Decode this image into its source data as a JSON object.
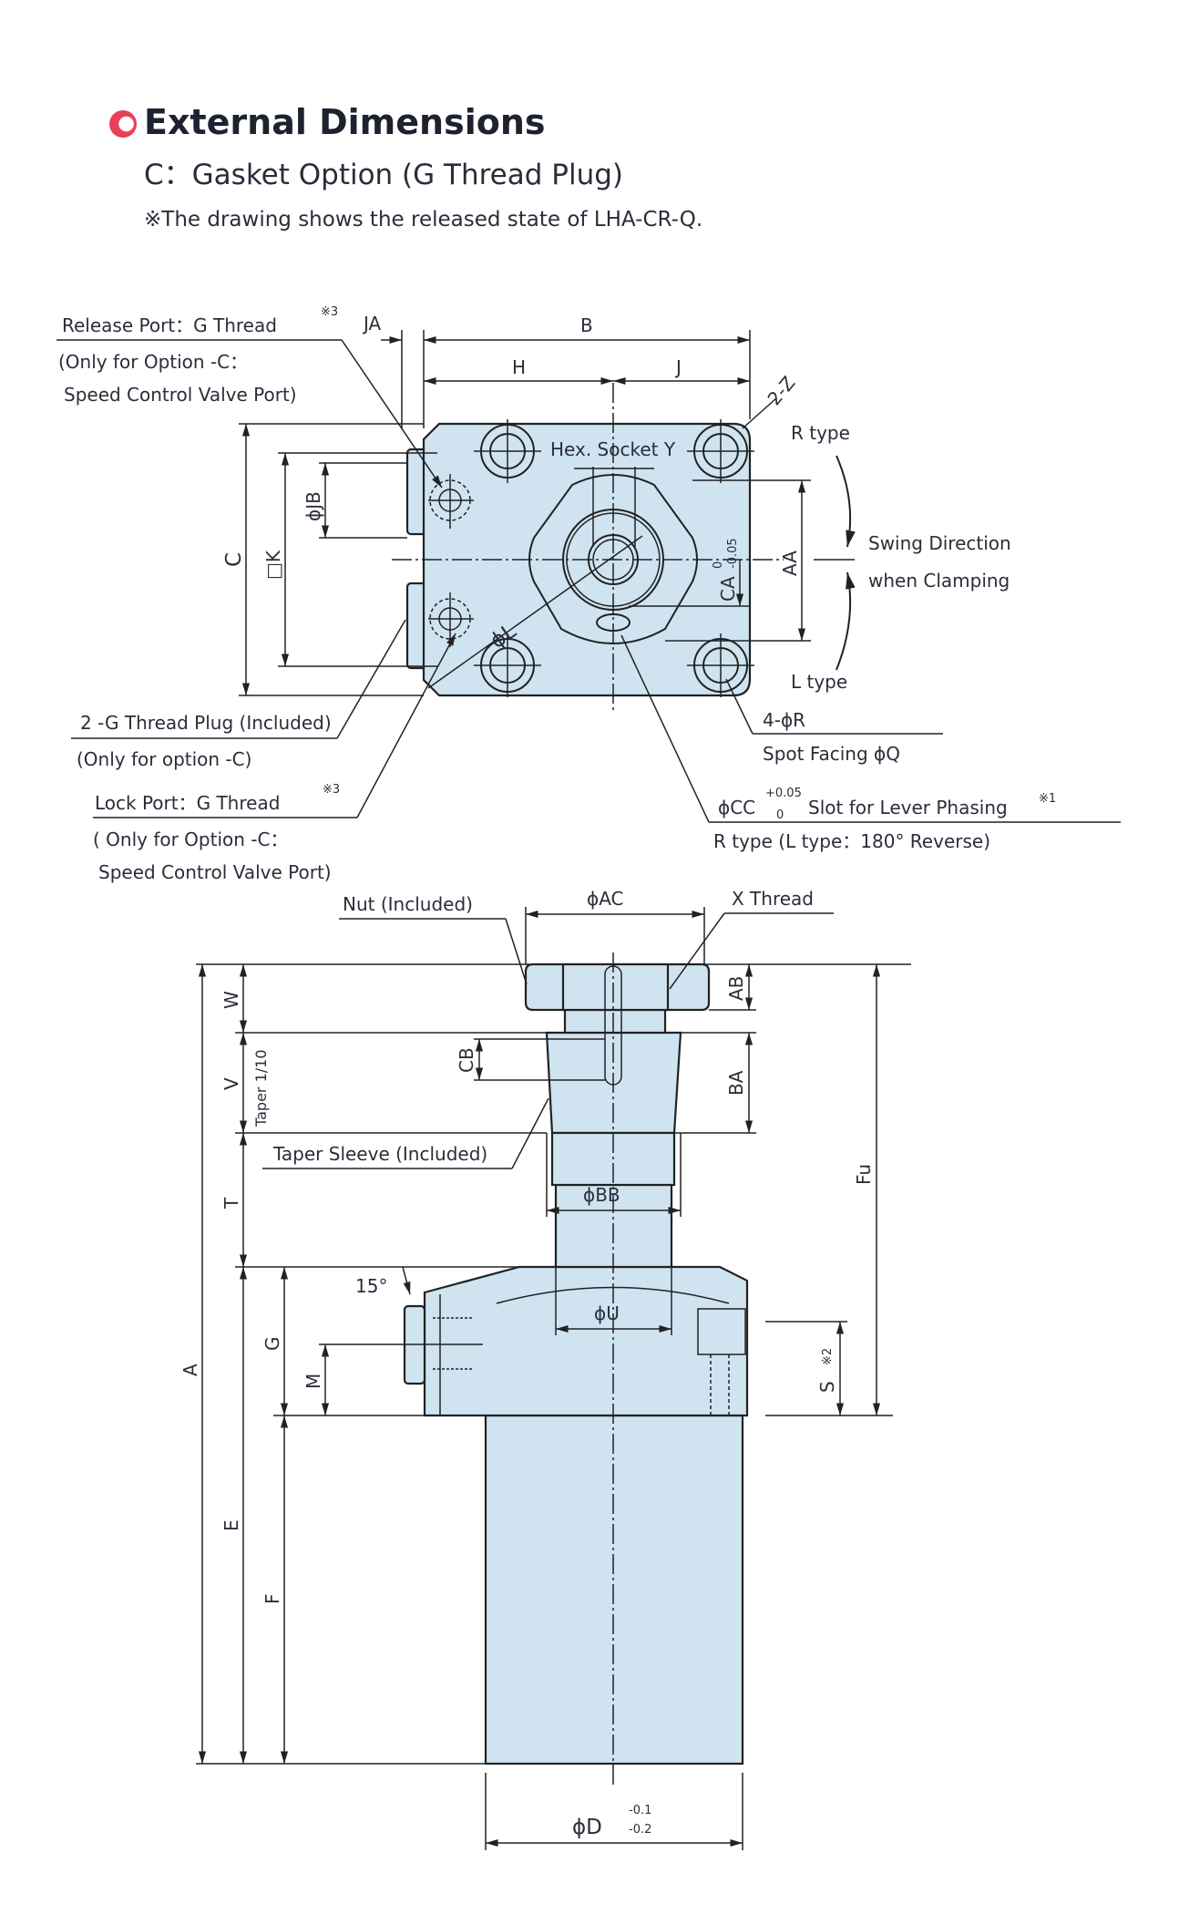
{
  "header": {
    "title": "External Dimensions",
    "subtitle": "C：Gasket Option (G Thread Plug)",
    "note": "※The drawing shows the released state of LHA-CR-Q."
  },
  "colors": {
    "body_fill": "#cfe4f0",
    "accent_bullet": "#e8405a",
    "line": "#222222",
    "text": "#2a2e3a"
  },
  "top_view": {
    "release_port": {
      "label": "Release Port：G Thread",
      "note_ref": "※3",
      "line2": "(Only for Option -C：",
      "line3": "Speed Control Valve Port)"
    },
    "dim_JA": "JA",
    "dim_B": "B",
    "dim_H": "H",
    "dim_J": "J",
    "dim_2Z": "2-Z",
    "hex_socket": "Hex. Socket Y",
    "r_type": "R type",
    "l_type": "L type",
    "swing_line1": "Swing Direction",
    "swing_line2": "when Clamping",
    "dim_C": "C",
    "dim_K": "□K",
    "dim_JB": "ϕJB",
    "dim_L": "ϕL",
    "dim_CA": "CA",
    "dim_CA_tol_upper": "0",
    "dim_CA_tol_lower": "-0.05",
    "dim_AA": "AA",
    "thread_plug": {
      "label": "2 -G Thread Plug (Included)",
      "line2": "(Only for option -C)"
    },
    "lock_port": {
      "label": "Lock Port：G Thread",
      "note_ref": "※3",
      "line2": "( Only for Option -C：",
      "line3": "Speed Control Valve Port)"
    },
    "spot_facing": {
      "label": "4-ϕR",
      "line2": "Spot Facing  ϕQ"
    },
    "slot": {
      "label_prefix": "ϕCC",
      "tol_upper": "+0.05",
      "tol_lower": "0",
      "label_suffix": "Slot for Lever Phasing",
      "note_ref": "※1",
      "line2": "R type (L type：180° Reverse)"
    }
  },
  "side_view": {
    "nut": "Nut (Included)",
    "dim_AC": "ϕAC",
    "x_thread": "X Thread",
    "dim_W": "W",
    "dim_V": "V",
    "taper": "Taper 1/10",
    "dim_CB": "CB",
    "dim_AB": "AB",
    "dim_BA": "BA",
    "taper_sleeve": "Taper Sleeve (Included)",
    "dim_BB": "ϕBB",
    "dim_T": "T",
    "dim_Fu": "Fu",
    "angle": "15°",
    "dim_U": "ϕU",
    "dim_G": "G",
    "dim_M": "M",
    "dim_S": "S",
    "dim_S_ref": "※2",
    "dim_A": "A",
    "dim_E": "E",
    "dim_F": "F",
    "dim_D": "ϕD",
    "dim_D_tol_upper": "-0.1",
    "dim_D_tol_lower": "-0.2"
  }
}
